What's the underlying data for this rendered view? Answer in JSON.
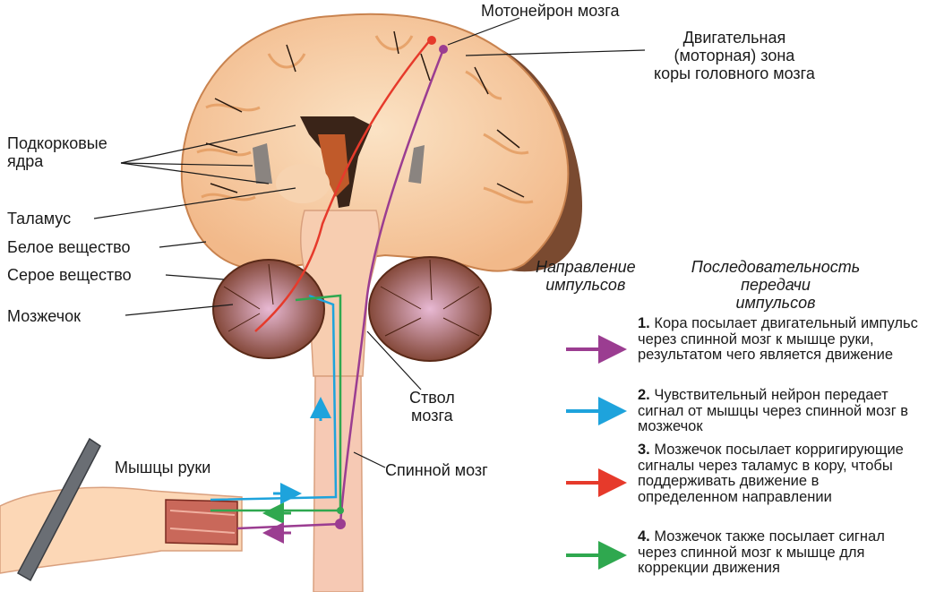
{
  "labels": {
    "motor_neuron": "Мотонейрон мозга",
    "motor_zone": "Двигательная\n(моторная) зона\nкоры головного мозга",
    "subcortical": "Подкорковые\nядра",
    "thalamus": "Таламус",
    "white_matter": "Белое вещество",
    "gray_matter": "Серое вещество",
    "cerebellum": "Мозжечок",
    "brainstem": "Ствол\nмозга",
    "spinal_cord": "Спинной мозг",
    "arm_muscles": "Мышцы руки"
  },
  "headers": {
    "direction": "Направление\nимпульсов",
    "sequence": "Последовательность\nпередачи\nимпульсов"
  },
  "steps": [
    {
      "num": "1.",
      "text": "Кора посылает двигательный импульс через спинной мозг к мышце руки, результатом чего является движение",
      "color": "#9b3d91"
    },
    {
      "num": "2.",
      "text": "Чувствительный нейрон передает сигнал от мышцы через спинной мозг в мозжечок",
      "color": "#1ea3dc"
    },
    {
      "num": "3.",
      "text": "Мозжечок посылает корригирующие сигналы через таламус в кору, чтобы поддерживать движение в определенном направлении",
      "color": "#e63a2b"
    },
    {
      "num": "4.",
      "text": "Мозжечок также посылает сигнал через спинной мозг к мышце для коррекции движения",
      "color": "#2fa84f"
    }
  ]
}
